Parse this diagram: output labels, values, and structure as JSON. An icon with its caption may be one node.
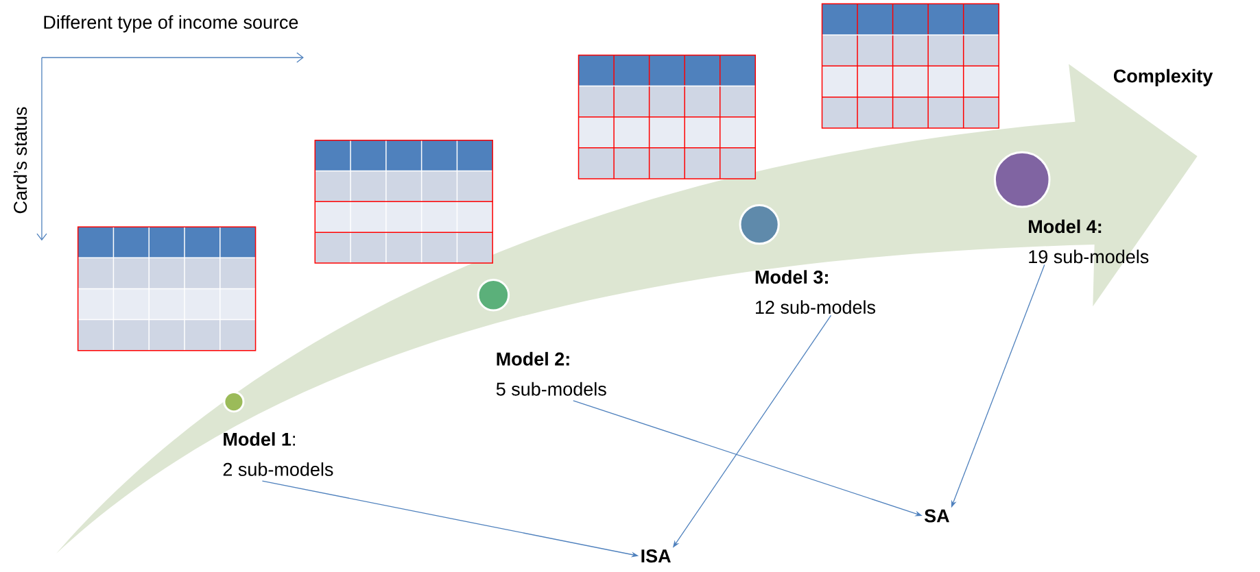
{
  "diagram": {
    "nodes": [
      {
        "text": [
          "**Model 1**:",
          "2 sub-models"
        ]
      },
      {
        "text": [
          "Model 2:",
          "5 sub-models"
        ]
      },
      {
        "text": [
          "Model 3:",
          "12 sub-models"
        ]
      },
      {
        "text": [
          "Model 4:",
          "19 sub-models"
        ]
      },
      {
        "text": [
          "ISA"
        ]
      },
      {
        "text": [
          "SA"
        ]
      },
      {
        "text": [],
        "shape": "circle"
      },
      {
        "text": [],
        "shape": "circle"
      },
      {
        "text": [],
        "shape": "circle"
      },
      {
        "text": [],
        "shape": "circle"
      }
    ],
    "edges": [
      {
        "from": 0,
        "to": 4,
        "arrow": "to"
      },
      {
        "from": 1,
        "to": 5,
        "arrow": "to"
      },
      {
        "from": 2,
        "to": 4,
        "arrow": "to"
      },
      {
        "from": 3,
        "to": 5,
        "arrow": "to"
      }
    ],
    "labels": [
      "Different type of income source",
      "Card’s status",
      "Complexity"
    ]
  }
}
